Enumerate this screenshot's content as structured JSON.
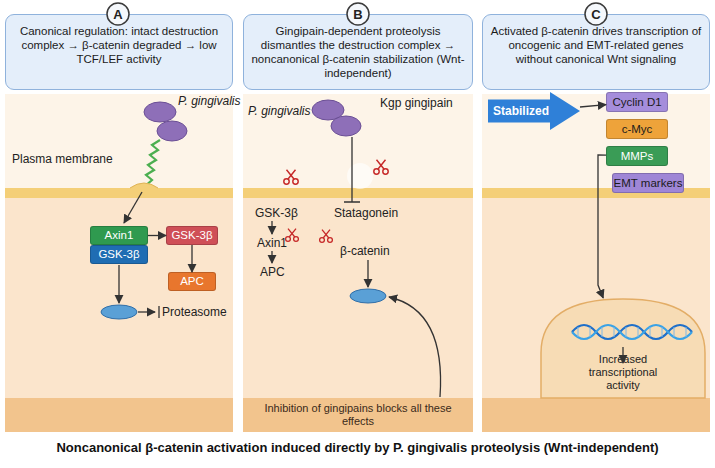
{
  "diagram": {
    "caption": "Noncanonical β-catenin activation induced directly by P. gingivalis proteolysis (Wnt-independent)",
    "nodes": [
      {
        "text": [
          "A"
        ]
      },
      {
        "text": [
          "Canonical regulation: intact destruction complex → β-catenin degraded → low TCF/LEF activity"
        ]
      },
      {
        "text": [
          "B"
        ]
      },
      {
        "text": [
          "Gingipain-dependent proteolysis dismantles the destruction complex → noncanonical β-catenin stabilization (Wnt-independent)"
        ]
      },
      {
        "text": [
          "C"
        ]
      },
      {
        "text": [
          "Activated β-catenin drives transcription of oncogenic and EMT-related genes without canonical Wnt signaling"
        ]
      },
      {
        "text": [
          "Axin1"
        ]
      },
      {
        "text": [
          "GSK-3β"
        ]
      },
      {
        "text": [
          "GSK-3β"
        ]
      },
      {
        "text": [
          "APC"
        ]
      },
      {
        "text": [
          "Inhibition of gingipains blocks all these effects"
        ]
      },
      {
        "text": [
          "Stabilized"
        ]
      },
      {
        "text": [
          "Cyclin D1"
        ]
      },
      {
        "text": [
          "c-Myc"
        ]
      },
      {
        "text": [
          "MMPs"
        ]
      },
      {
        "text": [
          "EMT markers"
        ]
      },
      {
        "text": [
          "Increased transcriptional activity"
        ]
      }
    ],
    "edges": [
      {
        "from": 6,
        "to": 8,
        "arrow": "to"
      },
      {
        "from": 8,
        "to": 9,
        "arrow": "to"
      },
      {
        "from": 11,
        "to": 12,
        "arrow": "to"
      },
      {
        "from": 14,
        "to": 16,
        "arrow": "to"
      }
    ],
    "labels": [
      "Plasma membrane",
      "P. gingivalis",
      "Proteasome",
      "P. gingivalis",
      "Kgp gingipain",
      "GSK-3β",
      "Axin1",
      "APC",
      "Statagonein",
      "β-catenin"
    ]
  }
}
